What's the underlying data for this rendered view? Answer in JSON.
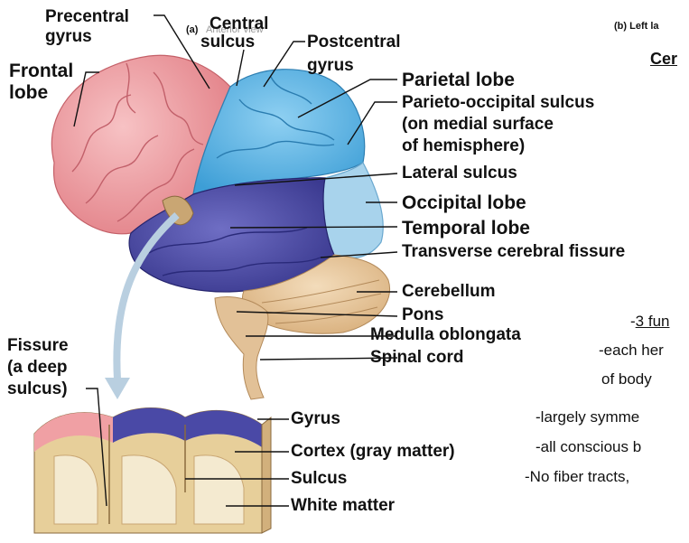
{
  "panel_a": {
    "tag": "(a)",
    "view": "Anterior view"
  },
  "panel_b": {
    "tag": "(b) Left la"
  },
  "heading_fragment": "Cer",
  "labels": {
    "precentral_gyrus": [
      "Precentral",
      "gyrus"
    ],
    "central_sulcus": [
      "Central",
      "sulcus"
    ],
    "postcentral_gyrus": [
      "Postcentral",
      "gyrus"
    ],
    "frontal_lobe": [
      "Frontal",
      "lobe"
    ],
    "parietal_lobe": "Parietal lobe",
    "parieto_occipital_sulcus": [
      "Parieto-occipital sulcus",
      "(on medial surface",
      "of hemisphere)"
    ],
    "lateral_sulcus": "Lateral sulcus",
    "occipital_lobe": "Occipital lobe",
    "temporal_lobe": "Temporal lobe",
    "transverse_fissure": "Transverse cerebral fissure",
    "cerebellum": "Cerebellum",
    "pons": "Pons",
    "medulla": "Medulla oblongata",
    "spinal_cord": "Spinal cord",
    "fissure": [
      "Fissure",
      "(a deep",
      "sulcus)"
    ],
    "gyrus": "Gyrus",
    "cortex": "Cortex (gray matter)",
    "sulcus": "Sulcus",
    "white_matter": "White matter"
  },
  "side_notes": {
    "line1_prefix": "-",
    "line1_underlined": "3 fun",
    "line2": "-each her",
    "line3": "of body",
    "line4": "-largely symme",
    "line5": "-all conscious b",
    "line6": "-No fiber tracts,"
  },
  "colors": {
    "frontal": "#f0a0a4",
    "parietal": "#5bb4e6",
    "occipital": "#a8d3ec",
    "temporal": "#4a49a6",
    "cerebellum": "#e8c9a0",
    "stem": "#e2c197",
    "gray_matter": "#e7cf9a",
    "white_matter": "#f4ead0",
    "arrow": "#b9cfe0"
  }
}
